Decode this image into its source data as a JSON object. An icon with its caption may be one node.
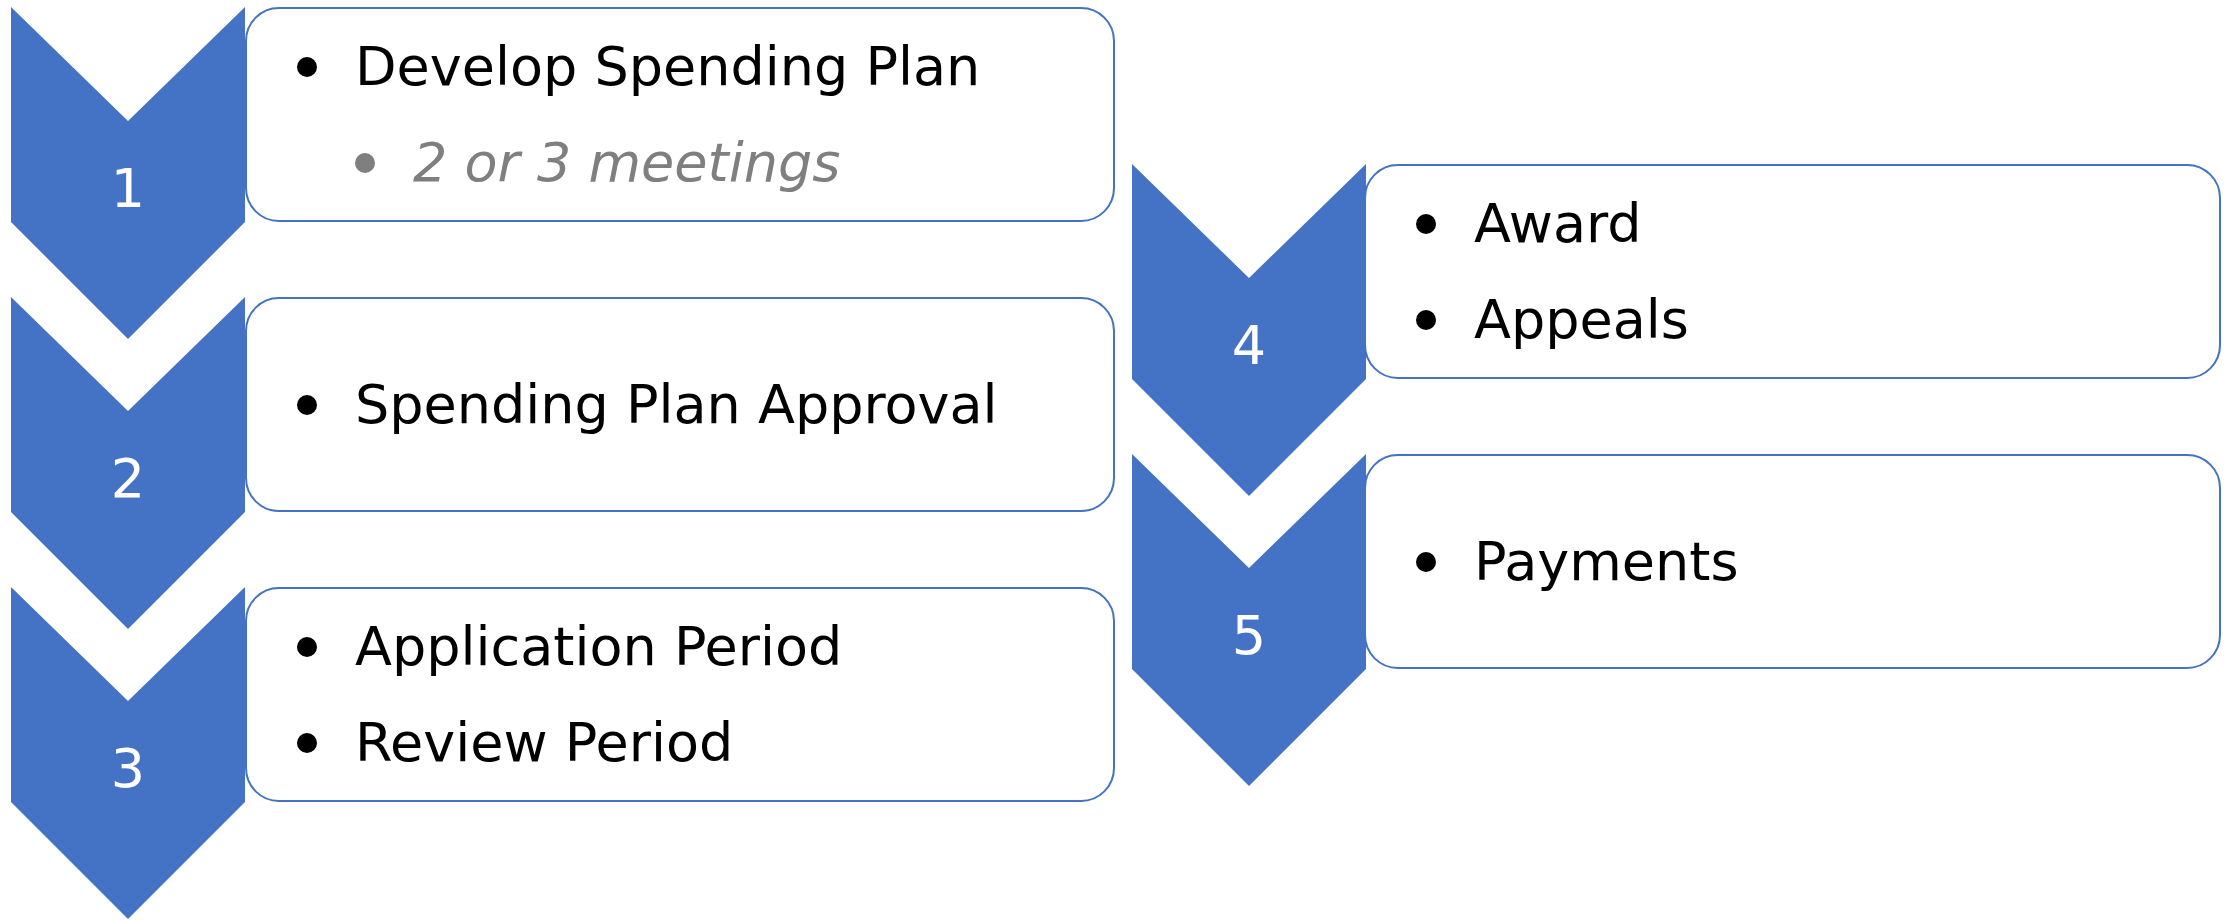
{
  "diagram": {
    "nodes": [
      {
        "text": [
          "1"
        ]
      },
      {
        "text": [
          "Develop Spending Plan",
          "2 or 3 meetings"
        ]
      },
      {
        "text": [
          "2"
        ]
      },
      {
        "text": [
          "Spending Plan Approval"
        ]
      },
      {
        "text": [
          "3"
        ]
      },
      {
        "text": [
          "Application Period",
          "Review Period"
        ]
      },
      {
        "text": [
          "4"
        ]
      },
      {
        "text": [
          "Award",
          "Appeals"
        ]
      },
      {
        "text": [
          "5"
        ]
      },
      {
        "text": [
          "Payments"
        ]
      }
    ],
    "edges": []
  }
}
